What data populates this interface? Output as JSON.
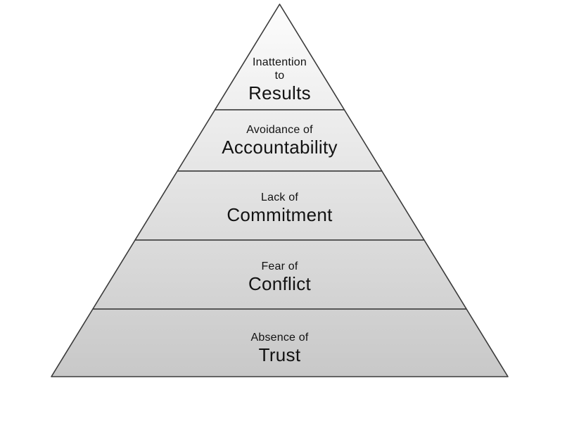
{
  "diagram": {
    "type": "pyramid",
    "levels": [
      {
        "line1": "Inattention",
        "line2": "to",
        "label": "Results"
      },
      {
        "line1": "Avoidance of",
        "label": "Accountability"
      },
      {
        "line1": "Lack of",
        "label": "Commitment"
      },
      {
        "line1": "Fear of",
        "label": "Conflict"
      },
      {
        "line1": "Absence of",
        "label": "Trust"
      }
    ],
    "colors": {
      "fill_top": "#fdfdfd",
      "fill_bottom": "#c8c8c8",
      "stroke": "#3a3a3a",
      "text": "#121212",
      "background": "#ffffff"
    }
  }
}
